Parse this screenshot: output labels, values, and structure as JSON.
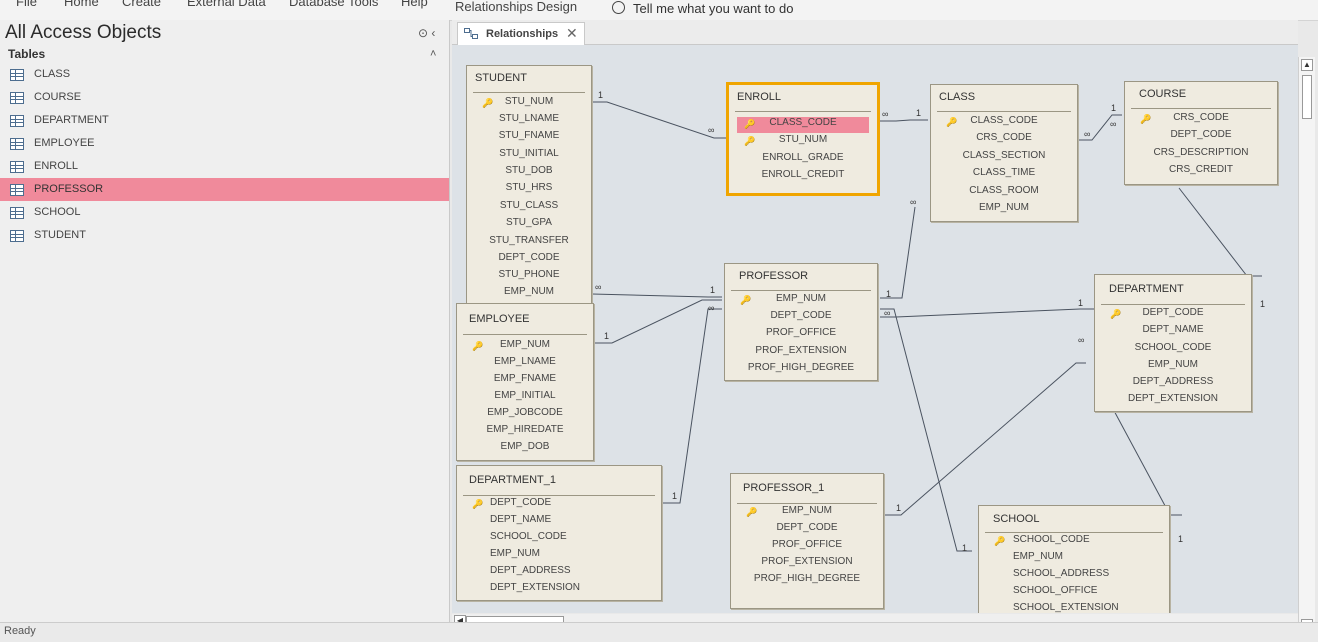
{
  "ribbon": {
    "tabs": [
      "File",
      "Home",
      "Create",
      "External Data",
      "Database Tools",
      "Help",
      "Relationships Design"
    ],
    "tell_me": "Tell me what you want to do"
  },
  "nav": {
    "title": "All Access Objects",
    "group": "Tables",
    "items": [
      {
        "label": "CLASS"
      },
      {
        "label": "COURSE"
      },
      {
        "label": "DEPARTMENT"
      },
      {
        "label": "EMPLOYEE"
      },
      {
        "label": "ENROLL"
      },
      {
        "label": "PROFESSOR",
        "selected": true
      },
      {
        "label": "SCHOOL"
      },
      {
        "label": "STUDENT"
      }
    ]
  },
  "doc_tab": {
    "label": "Relationships"
  },
  "status": {
    "text": "Ready"
  },
  "colors": {
    "selection": "#f08a9b",
    "active_border": "#f0a500",
    "table_bg": "#efebe0",
    "canvas_bg": "#dde2e7"
  },
  "relationships": {
    "tables": {
      "student": {
        "name": "STUDENT",
        "key": "STU_NUM",
        "fields": [
          "STU_LNAME",
          "STU_FNAME",
          "STU_INITIAL",
          "STU_DOB",
          "STU_HRS",
          "STU_CLASS",
          "STU_GPA",
          "STU_TRANSFER",
          "DEPT_CODE",
          "STU_PHONE",
          "EMP_NUM"
        ]
      },
      "enroll": {
        "name": "ENROLL",
        "keys": [
          "CLASS_CODE",
          "STU_NUM"
        ],
        "fields": [
          "ENROLL_GRADE",
          "ENROLL_CREDIT"
        ]
      },
      "class": {
        "name": "CLASS",
        "key": "CLASS_CODE",
        "fields": [
          "CRS_CODE",
          "CLASS_SECTION",
          "CLASS_TIME",
          "CLASS_ROOM",
          "EMP_NUM"
        ]
      },
      "course": {
        "name": "COURSE",
        "key": "CRS_CODE",
        "fields": [
          "DEPT_CODE",
          "CRS_DESCRIPTION",
          "CRS_CREDIT"
        ]
      },
      "employee": {
        "name": "EMPLOYEE",
        "key": "EMP_NUM",
        "fields": [
          "EMP_LNAME",
          "EMP_FNAME",
          "EMP_INITIAL",
          "EMP_JOBCODE",
          "EMP_HIREDATE",
          "EMP_DOB"
        ]
      },
      "professor": {
        "name": "PROFESSOR",
        "key": "EMP_NUM",
        "fields": [
          "DEPT_CODE",
          "PROF_OFFICE",
          "PROF_EXTENSION",
          "PROF_HIGH_DEGREE"
        ]
      },
      "department": {
        "name": "DEPARTMENT",
        "key": "DEPT_CODE",
        "fields": [
          "DEPT_NAME",
          "SCHOOL_CODE",
          "EMP_NUM",
          "DEPT_ADDRESS",
          "DEPT_EXTENSION"
        ]
      },
      "department_1": {
        "name": "DEPARTMENT_1",
        "key": "DEPT_CODE",
        "fields": [
          "DEPT_NAME",
          "SCHOOL_CODE",
          "EMP_NUM",
          "DEPT_ADDRESS",
          "DEPT_EXTENSION"
        ]
      },
      "professor_1": {
        "name": "PROFESSOR_1",
        "key": "EMP_NUM",
        "fields": [
          "DEPT_CODE",
          "PROF_OFFICE",
          "PROF_EXTENSION",
          "PROF_HIGH_DEGREE"
        ]
      },
      "school": {
        "name": "SCHOOL",
        "key": "SCHOOL_CODE",
        "fields": [
          "EMP_NUM",
          "SCHOOL_ADDRESS",
          "SCHOOL_OFFICE",
          "SCHOOL_EXTENSION"
        ]
      }
    },
    "selected_field": "CLASS_CODE",
    "active_table": "ENROLL",
    "one_label": "1",
    "many_label": "∞"
  }
}
